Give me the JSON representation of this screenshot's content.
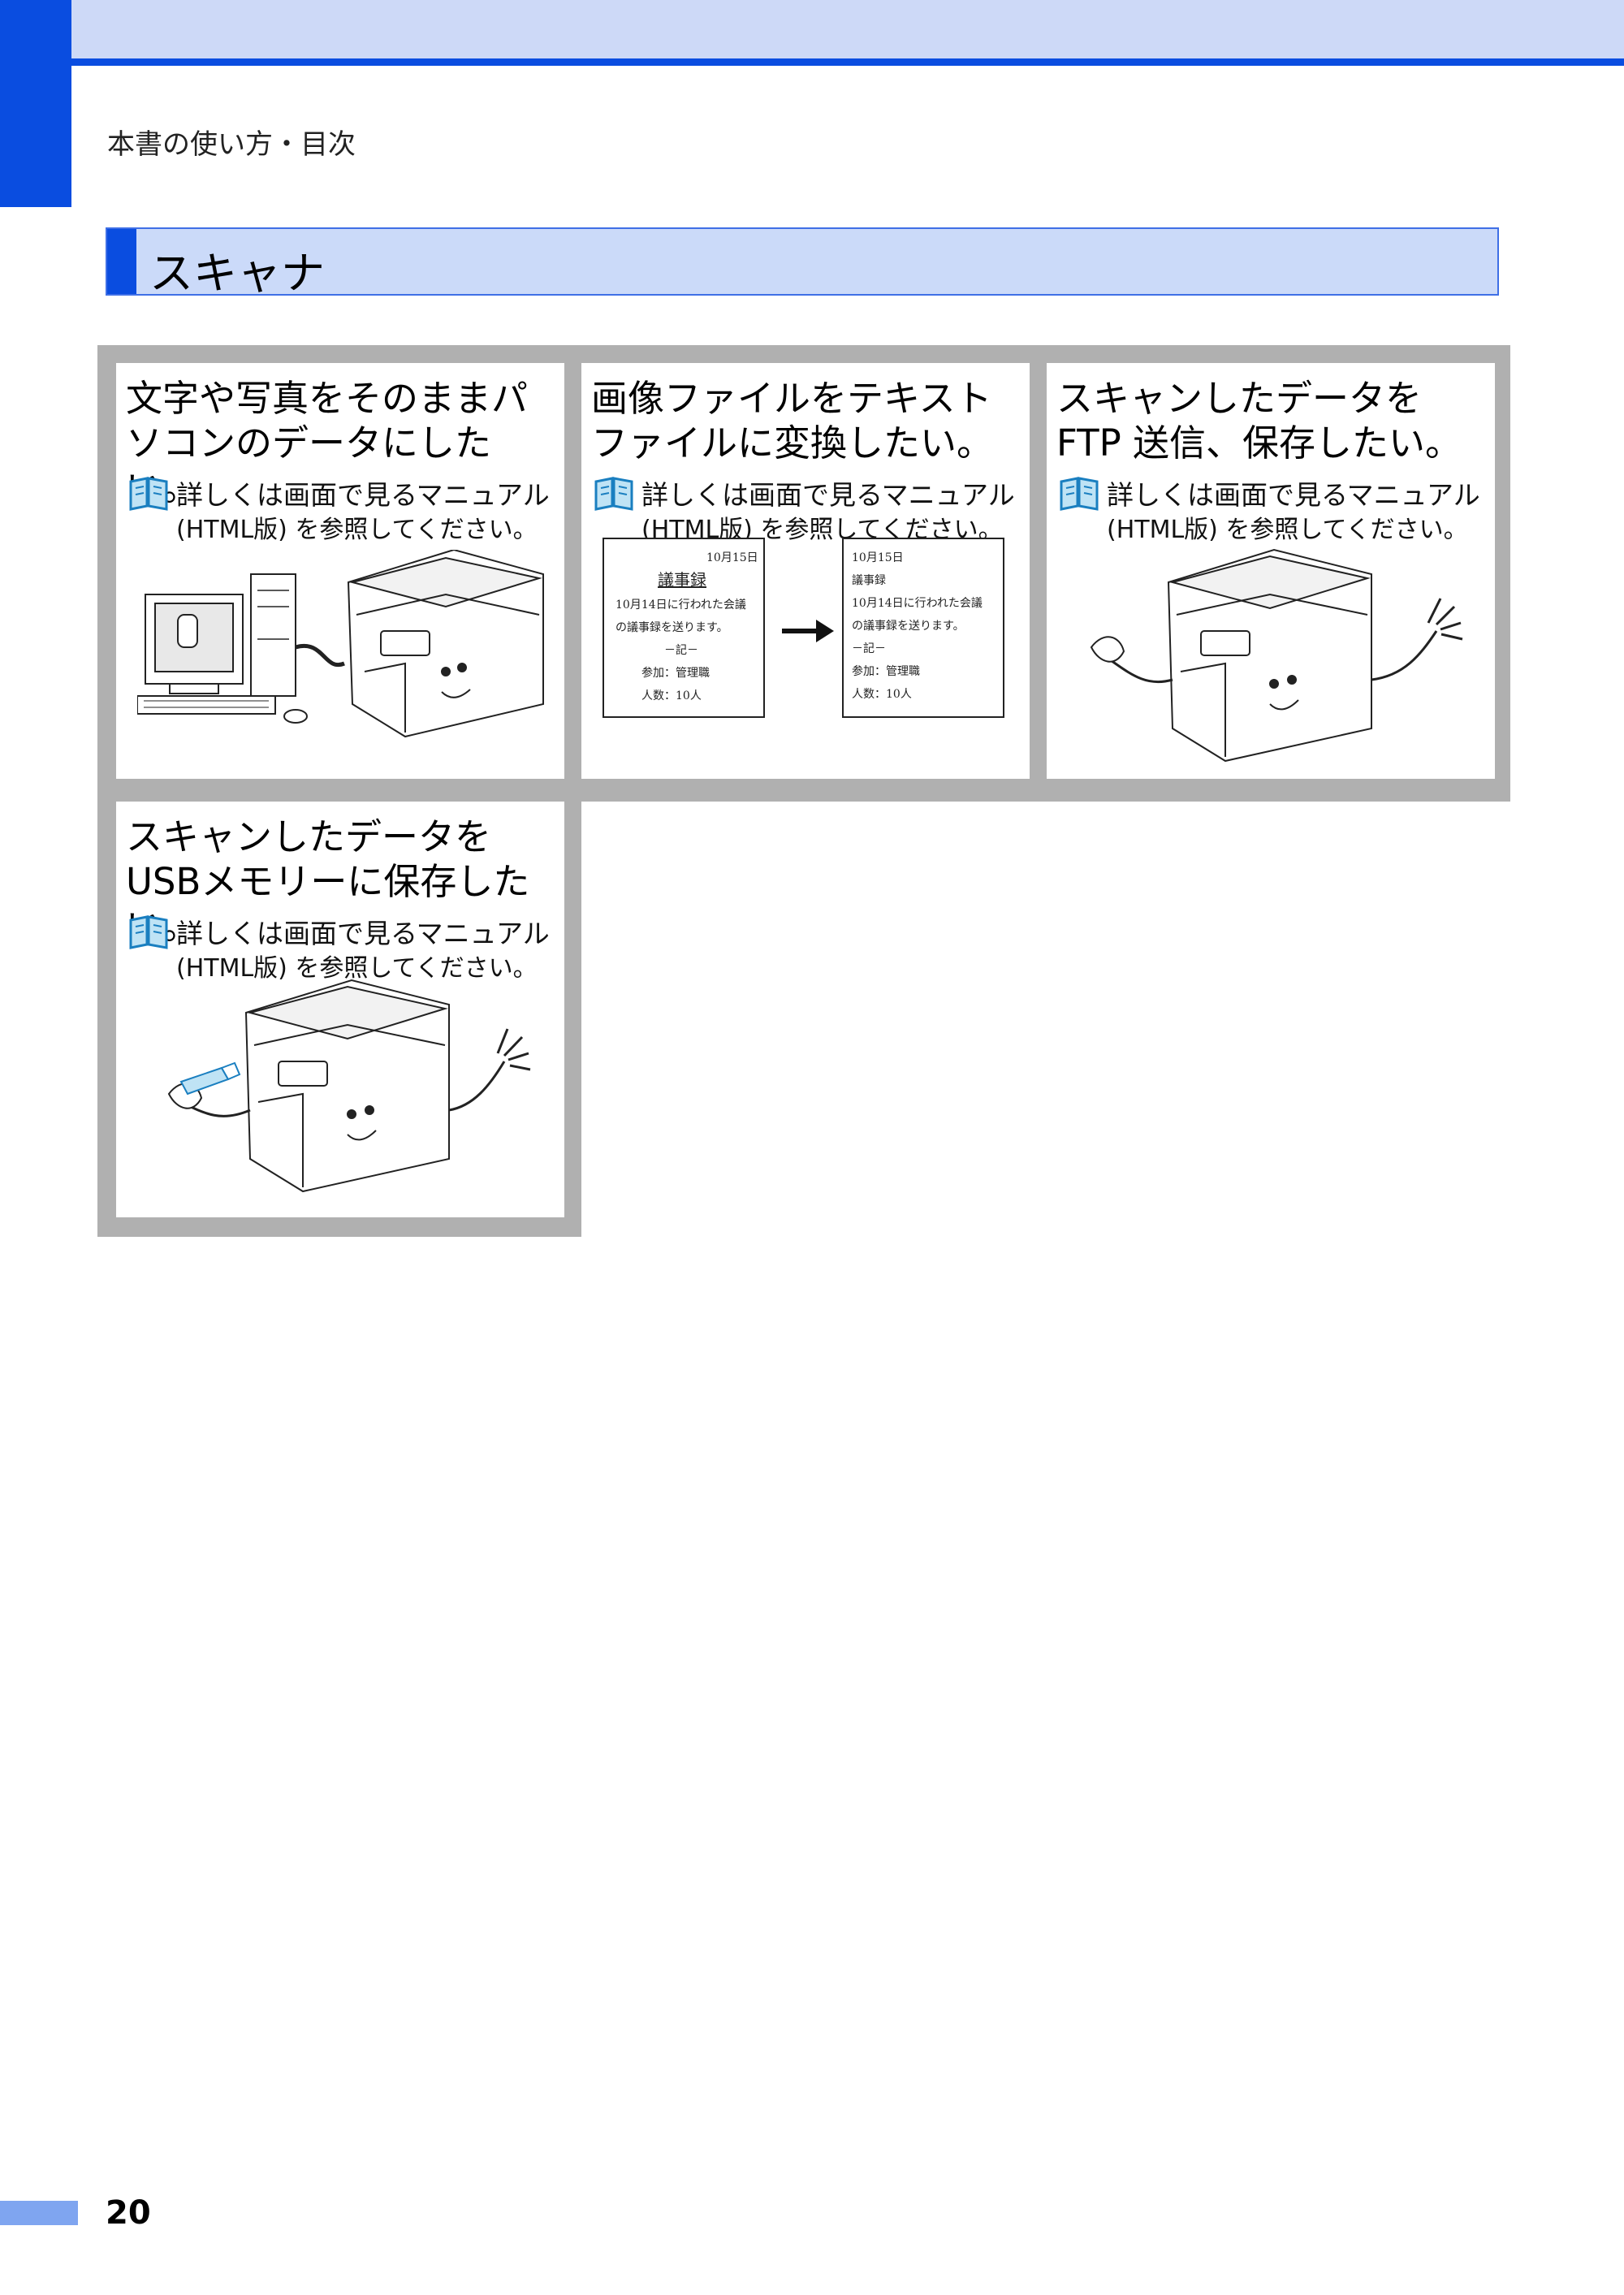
{
  "header": {
    "breadcrumb": "本書の使い方・目次"
  },
  "section": {
    "title": "スキャナ"
  },
  "note_line1": "詳しくは画面で見るマニュアル",
  "note_line2": "(HTML版) を参照してください。",
  "cards": [
    {
      "title": "文字や写真をそのままパソコンのデータにしたい。"
    },
    {
      "title": "画像ファイルをテキストファイルに変換したい。"
    },
    {
      "title": "スキャンしたデータを FTP 送信、保存したい。"
    },
    {
      "title": "スキャンしたデータをUSBメモリーに保存したい。"
    }
  ],
  "doc_sample": {
    "date": "10月15日",
    "heading": "議事録",
    "line1": "10月14日に行われた会議",
    "line2": "の議事録を送ります。",
    "line3": "－記－",
    "line4": "参加：管理職",
    "line5": "人数：10人"
  },
  "footer": {
    "page_number": "20"
  },
  "colors": {
    "accent_blue": "#0a4de0",
    "light_blue": "#cbdaf9",
    "grid_gray": "#b0b0b0"
  }
}
